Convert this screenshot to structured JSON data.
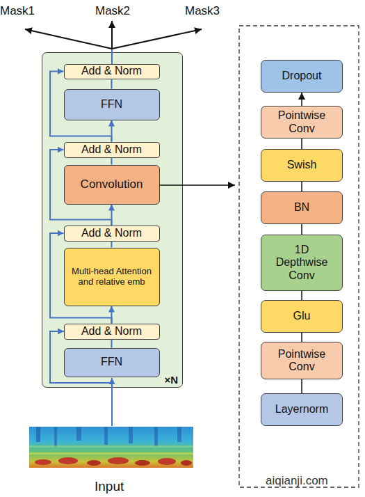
{
  "diagram": {
    "nodes": [
      {
        "text": [
          "×N"
        ]
      },
      {
        "text": [
          "Add & Norm"
        ],
        "in": 0
      },
      {
        "text": [
          "FFN"
        ],
        "in": 0
      },
      {
        "text": [
          "Add & Norm"
        ],
        "in": 0
      },
      {
        "text": [
          "Convolution"
        ],
        "in": 0
      },
      {
        "text": [
          "Add & Norm"
        ],
        "in": 0
      },
      {
        "text": [
          "Multi-head Attention and relative emb"
        ],
        "in": 0
      },
      {
        "text": [
          "Add & Norm"
        ],
        "in": 0
      },
      {
        "text": [
          "FFN"
        ],
        "in": 0
      },
      {
        "text": [
          "Dropout"
        ]
      },
      {
        "text": [
          "Pointwise Conv"
        ]
      },
      {
        "text": [
          "Swish"
        ]
      },
      {
        "text": [
          "BN"
        ]
      },
      {
        "text": [
          "1D Depthwise Conv"
        ]
      },
      {
        "text": [
          "Glu"
        ]
      },
      {
        "text": [
          "Pointwise Conv"
        ]
      },
      {
        "text": [
          "Layernorm"
        ]
      }
    ],
    "edges": [
      {
        "from": 8,
        "to": 7,
        "arrow": "none"
      },
      {
        "from": 7,
        "to": 6,
        "arrow": "to"
      },
      {
        "from": 6,
        "to": 5,
        "arrow": "none"
      },
      {
        "from": 5,
        "to": 4,
        "arrow": "to"
      },
      {
        "from": 4,
        "to": 3,
        "arrow": "none"
      },
      {
        "from": 3,
        "to": 2,
        "arrow": "to"
      },
      {
        "from": 2,
        "to": 1,
        "arrow": "none"
      },
      {
        "from": 7,
        "to": 5,
        "arrow": "to"
      },
      {
        "from": 5,
        "to": 3,
        "arrow": "to"
      },
      {
        "from": 3,
        "to": 1,
        "arrow": "to"
      },
      {
        "from": 16,
        "to": 15,
        "arrow": "none"
      },
      {
        "from": 15,
        "to": 14,
        "arrow": "none"
      },
      {
        "from": 14,
        "to": 13,
        "arrow": "none"
      },
      {
        "from": 13,
        "to": 12,
        "arrow": "none"
      },
      {
        "from": 12,
        "to": 11,
        "arrow": "none"
      },
      {
        "from": 11,
        "to": 10,
        "arrow": "none"
      },
      {
        "from": 10,
        "to": 9,
        "arrow": "to"
      }
    ],
    "labels": [
      "Mask1",
      "Mask2",
      "Mask3",
      "Input",
      "aiqianji.com"
    ]
  }
}
